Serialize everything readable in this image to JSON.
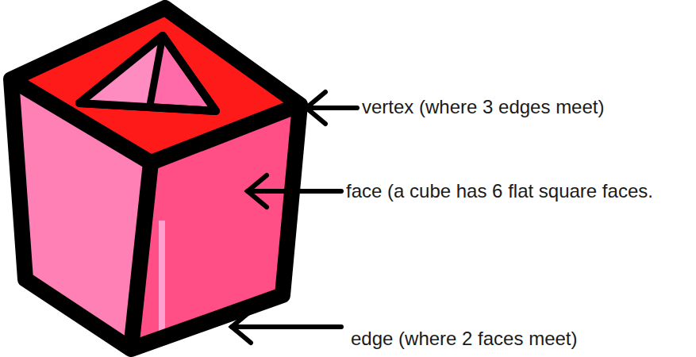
{
  "diagram": {
    "labels": [
      "vertex (where 3 edges meet)",
      "face (a cube has 6 flat square faces.",
      "edge (where 2 faces meet)"
    ]
  }
}
